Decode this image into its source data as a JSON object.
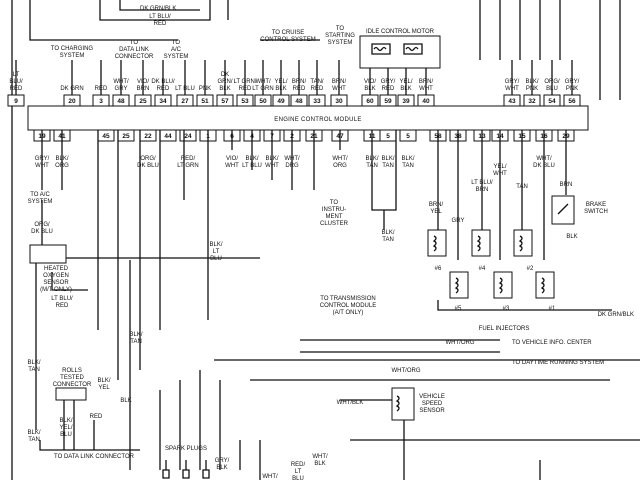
{
  "ecm_title": "ENGINE CONTROL MODULE",
  "top_pins": [
    {
      "num": "9",
      "label": [
        "LT",
        "BLU/",
        "RED"
      ]
    },
    {
      "num": "20",
      "label": [
        "DK GRN"
      ]
    },
    {
      "num": "3",
      "label": [
        "RED"
      ]
    },
    {
      "num": "48",
      "label": [
        "WHT/",
        "GRY"
      ]
    },
    {
      "num": "25",
      "label": [
        "VIO/",
        "BRN"
      ]
    },
    {
      "num": "34",
      "label": [
        "DK BLU/",
        "RED"
      ]
    },
    {
      "num": "27",
      "label": [
        "LT BLU"
      ]
    },
    {
      "num": "51",
      "label": [
        "PNK"
      ]
    },
    {
      "num": "57",
      "label": [
        "DK",
        "GRN/",
        "BLK"
      ]
    },
    {
      "num": "53",
      "label": [
        "LT GRN/",
        "RED"
      ]
    },
    {
      "num": "50",
      "label": [
        "WHT/",
        "LT GRN"
      ]
    },
    {
      "num": "49",
      "label": [
        "YEL/",
        "BLK"
      ]
    },
    {
      "num": "48",
      "label": [
        "BRN/",
        "RED"
      ]
    },
    {
      "num": "33",
      "label": [
        "TAN/",
        "RED"
      ]
    },
    {
      "num": "30",
      "label": [
        "BRN/",
        "WHT"
      ]
    },
    {
      "num": "60",
      "label": [
        "VIO/",
        "BLK"
      ]
    },
    {
      "num": "59",
      "label": [
        "GRY/",
        "RED"
      ]
    },
    {
      "num": "39",
      "label": [
        "YEL/",
        "BLK"
      ]
    },
    {
      "num": "40",
      "label": [
        "BRN/",
        "WHT"
      ]
    },
    {
      "num": "43",
      "label": [
        "GRY/",
        "WHT"
      ]
    },
    {
      "num": "32",
      "label": [
        "BLK/",
        "PNK"
      ]
    },
    {
      "num": "54",
      "label": [
        "ORG/",
        "BLU"
      ]
    },
    {
      "num": "56",
      "label": [
        "GRY/",
        "PNK"
      ]
    }
  ],
  "bottom_pins": [
    {
      "num": "19",
      "label": [
        "GRY/",
        "WHT"
      ]
    },
    {
      "num": "41",
      "label": [
        "BLK/",
        "ORG"
      ]
    },
    {
      "num": "45",
      "label": []
    },
    {
      "num": "25",
      "label": []
    },
    {
      "num": "22",
      "label": [
        "ORG/",
        "DK BLU"
      ]
    },
    {
      "num": "44",
      "label": []
    },
    {
      "num": "24",
      "label": [
        "RED/",
        "LT GRN"
      ]
    },
    {
      "num": "1",
      "label": []
    },
    {
      "num": "6",
      "label": [
        "VIO/",
        "WHT"
      ]
    },
    {
      "num": "4",
      "label": [
        "BLK/",
        "LT BLU"
      ]
    },
    {
      "num": "7",
      "label": [
        "BLK/",
        "WHT"
      ]
    },
    {
      "num": "2",
      "label": [
        "WHT/",
        "DRG"
      ]
    },
    {
      "num": "21",
      "label": []
    },
    {
      "num": "47",
      "label": [
        "WHT/",
        "ORG"
      ]
    },
    {
      "num": "11",
      "label": [
        "BLK/",
        "TAN"
      ]
    },
    {
      "num": "5",
      "label": [
        "BLK/",
        "TAN"
      ]
    },
    {
      "num": "5",
      "label": [
        "BLK/",
        "TAN"
      ]
    },
    {
      "num": "58",
      "label": []
    },
    {
      "num": "38",
      "label": []
    },
    {
      "num": "13",
      "label": []
    },
    {
      "num": "14",
      "label": []
    },
    {
      "num": "15",
      "label": []
    },
    {
      "num": "16",
      "label": []
    },
    {
      "num": "29",
      "label": []
    }
  ],
  "labels": {
    "top_wire": "DK GRN/BLK",
    "top_wire2": [
      "LT BLU/",
      "RED"
    ],
    "charging": [
      "TO CHARGING",
      "SYSTEM"
    ],
    "data_link": [
      "TO",
      "DATA LINK",
      "CONNECTOR"
    ],
    "ac_system": [
      "TO",
      "A/C",
      "SYSTEM"
    ],
    "cruise": [
      "TO CRUISE",
      "CONTROL SYSTEM"
    ],
    "starting": [
      "TO",
      "STARTING",
      "SYSTEM"
    ],
    "idle_motor": "IDLE CONTROL MOTOR",
    "ac_sys_left": [
      "TO A/C",
      "SYSTEM"
    ],
    "org_dk_blu": [
      "ORG/",
      "DK BLU"
    ],
    "heated_o2": [
      "HEATED",
      "OXYGEN",
      "SENSOR",
      "(M/T ONLY)"
    ],
    "lt_blu_red": [
      "LT BLU/",
      "RED"
    ],
    "blk_lt_blu_mid": [
      "BLK/",
      "LT",
      "BLU"
    ],
    "instrument": [
      "TO",
      "INSTRU-",
      "MENT",
      "CLUSTER"
    ],
    "blk_tan_mid": [
      "BLK/",
      "TAN"
    ],
    "brn_yel": [
      "BRN/",
      "YEL"
    ],
    "gry": "GRY",
    "lt_blu_brn": [
      "LT BLU/",
      "BRN"
    ],
    "yel_wht": [
      "YEL/",
      "WHT"
    ],
    "tan": "TAN",
    "wht_dk_blu": [
      "WHT/",
      "DK BLU"
    ],
    "brn": "BRN",
    "brake_switch": [
      "BRAKE",
      "SWITCH"
    ],
    "blk_brake": "BLK",
    "inj_nums": [
      "#6",
      "#5",
      "#4",
      "#3",
      "#2",
      "#1"
    ],
    "dk_grn_blk_r": "DK GRN/BLK",
    "fuel_injectors": "FUEL INJECTORS",
    "trans_module": [
      "TO TRANSMISSION",
      "CONTROL MODULE",
      "(A/T ONLY)"
    ],
    "wht_org_r": "WHT/ORG",
    "veh_info": "TO VEHICLE INFO. CENTER",
    "daytime": "TO DAYTIME RUNNING SYSTEM",
    "wht_org_2": "WHT/ORG",
    "blk_tan_left": [
      "BLK/",
      "TAN"
    ],
    "blk_tan_mid2": [
      "BLK/",
      "TAN"
    ],
    "rolls": [
      "ROLLS",
      "TESTED",
      "CONNECTOR"
    ],
    "blk_yel": [
      "BLK/",
      "YEL"
    ],
    "blk_lower": "BLK",
    "wht_blk": "WHT/BLK",
    "vss": [
      "VEHICLE",
      "SPEED",
      "SENSOR"
    ],
    "blk_tan_ll": [
      "BLK/",
      "TAN"
    ],
    "blk_yel_blu": [
      "BLK/",
      "YEL/",
      "BLU"
    ],
    "red": "RED",
    "data_link_bottom": "TO DATA LINK CONNECTOR",
    "spark_plugs": "SPARK PLUGS",
    "gry_blk": [
      "GRY/",
      "BLK"
    ],
    "red_lt_blu": [
      "RED/",
      "LT",
      "BLU"
    ],
    "wht_blk_b": [
      "WHT/",
      "BLK"
    ],
    "wht_b": "WHT/"
  }
}
